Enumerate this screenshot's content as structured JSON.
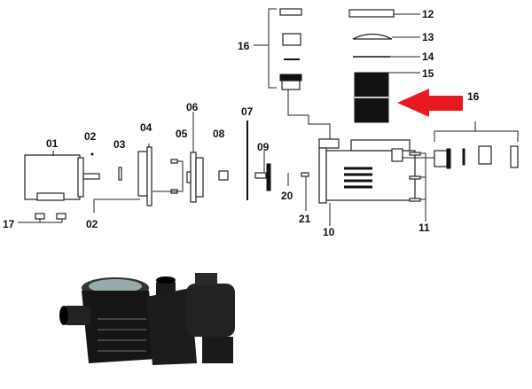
{
  "diagram": {
    "title": "",
    "labels": {
      "p01": "01",
      "p02a": "02",
      "p02b": "02",
      "p03": "03",
      "p04": "04",
      "p05": "05",
      "p06": "06",
      "p07": "07",
      "p08": "08",
      "p09": "09",
      "p10": "10",
      "p11": "11",
      "p12": "12",
      "p13": "13",
      "p14": "14",
      "p15": "15",
      "p16a": "16",
      "p16b": "16",
      "p17": "17",
      "p20": "20",
      "p21": "21"
    },
    "highlight": {
      "part": "15",
      "arrow_color": "#e8191f"
    }
  }
}
